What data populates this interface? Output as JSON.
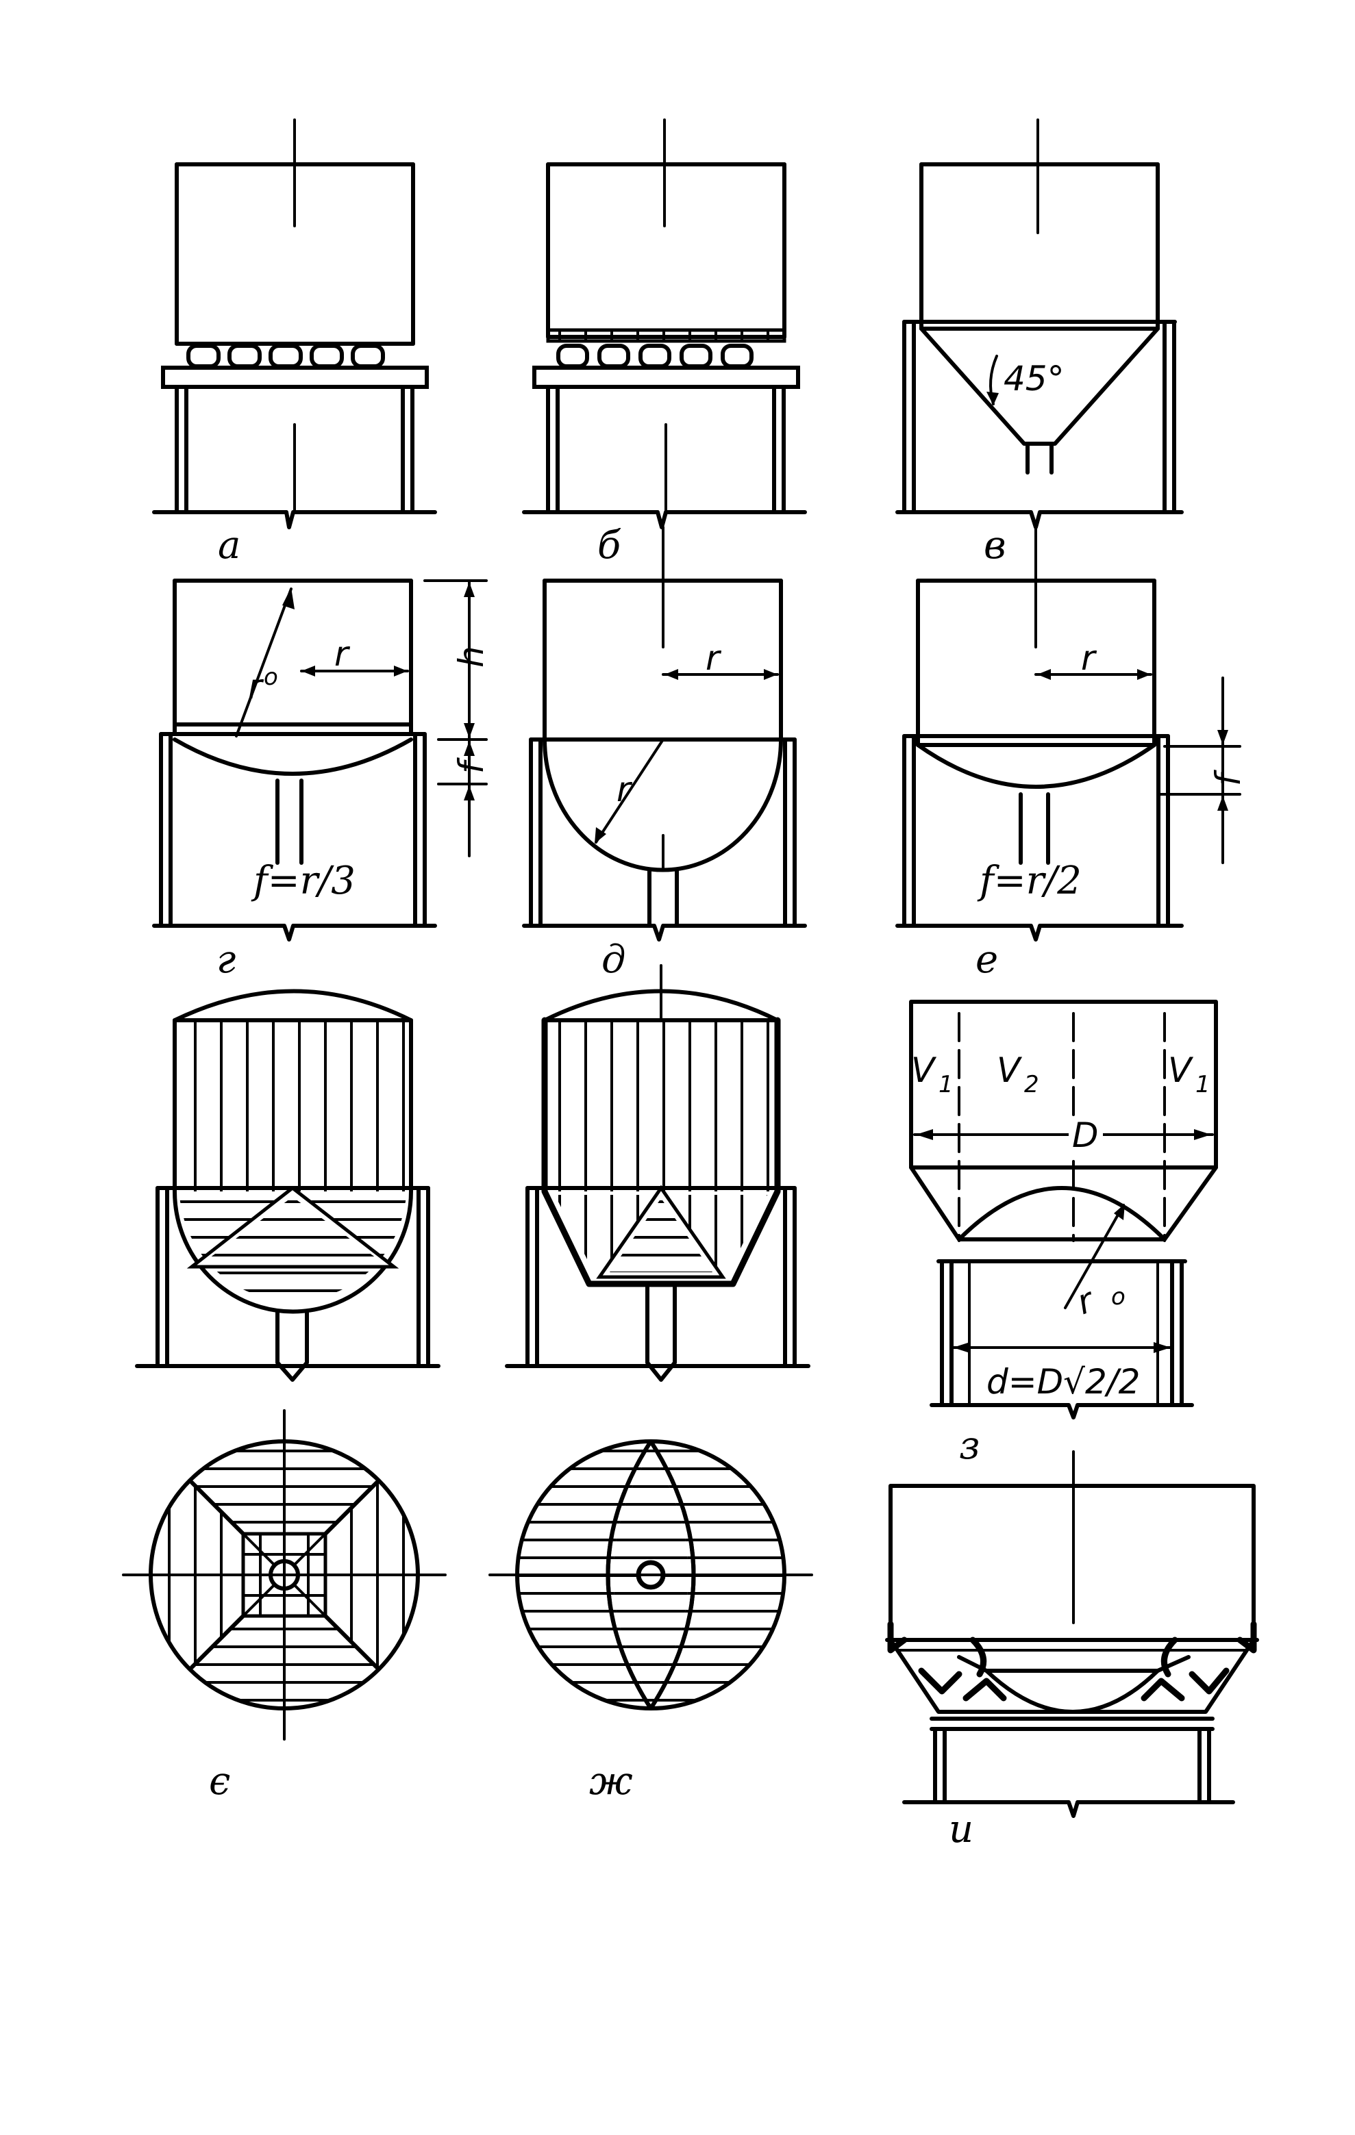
{
  "captions": {
    "a": "а",
    "b": "б",
    "v": "в",
    "g": "г",
    "d": "д",
    "e": "е",
    "ye": "є",
    "zh": "ж",
    "z": "з",
    "i": "и"
  },
  "labels": {
    "angle": "45°",
    "r0": "r",
    "r0_sub": "o",
    "r": "r",
    "h": "h",
    "f": "f",
    "f_r3": "f=r/3",
    "f_r2": "f=r/2",
    "V1": "V",
    "V1_sub": "1",
    "V2": "V",
    "V2_sub": "2",
    "D": "D",
    "d_formula": "d=D√2/2"
  }
}
